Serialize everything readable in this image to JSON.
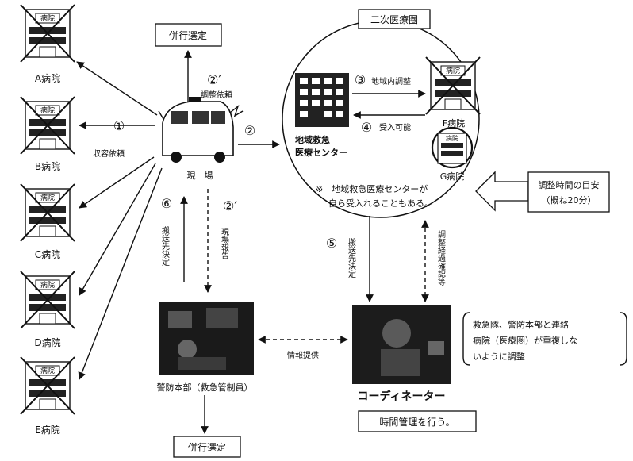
{
  "hospitals": [
    {
      "label": "A病院",
      "sign": "病院"
    },
    {
      "label": "B病院",
      "sign": "病院"
    },
    {
      "label": "C病院",
      "sign": "病院"
    },
    {
      "label": "D病院",
      "sign": "病院"
    },
    {
      "label": "E病院",
      "sign": "病院"
    }
  ],
  "top_box": "併行選定",
  "bottom_box": "併行選定",
  "ambulance": {
    "label": "現　場"
  },
  "edge_labels": {
    "n1": "①",
    "n2": "②",
    "n2p_top": "②′",
    "adjust_request": "調整依頼",
    "accept_request": "収容依頼",
    "n6": "⑥",
    "transport_decision_6": "搬送先決定",
    "n2p_bottom": "②′",
    "site_report": "現場報告",
    "n5": "⑤",
    "transport_decision_5": "搬送先決定",
    "adjust_progress": "調整経過確認等",
    "info": "情報提供"
  },
  "region": {
    "title": "二次医療圏",
    "center_label_1": "地域救急",
    "center_label_2": "医療センター",
    "n3": "③",
    "within_adjust": "地域内調整",
    "n4": "④",
    "acceptable": "受入可能",
    "f_label": "F病院",
    "f_sign": "病院",
    "g_label": "G病院",
    "g_sign": "病院",
    "note_1": "※　地域救急医療センターが",
    "note_2": "自ら受入れることもある。"
  },
  "time_guide": {
    "line1": "調整時間の目安",
    "line2": "（概ね20分）"
  },
  "hq": {
    "label": "警防本部（救急管制員）"
  },
  "coordinator": {
    "label": "コーディネーター",
    "time_mgmt": "時間管理を行う。"
  },
  "right_note": {
    "line1": "救急隊、警防本部と連絡",
    "line2": "病院（医療圏）が重複しな",
    "line3": "いように調整"
  }
}
